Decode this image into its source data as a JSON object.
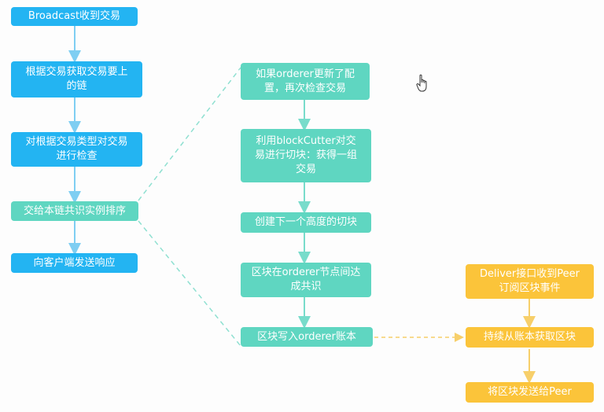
{
  "colors": {
    "left": "#23b4f2",
    "middle": "#5fd6c1",
    "right": "#fbc43a",
    "arrow_left": "#7fcef2",
    "arrow_middle": "#78dccb",
    "arrow_right": "#f7cf6a"
  },
  "left": {
    "step1": "Broadcast收到交易",
    "step2": "根据交易获取交易要上\n的链",
    "step3": "对根据交易类型对交易\n进行检查",
    "step4": "交给本链共识实例排序",
    "step5": "向客户端发送响应"
  },
  "middle": {
    "step1": "如果orderer更新了配\n置，再次检查交易",
    "step2": "利用blockCutter对交\n易进行切块：获得一组\n交易",
    "step3": "创建下一个高度的切块",
    "step4": "区块在orderer节点间达\n成共识",
    "step5": "区块写入orderer账本"
  },
  "right": {
    "step1": "Deliver接口收到Peer\n订阅区块事件",
    "step2": "持续从账本获取区块",
    "step3": "将区块发送给Peer"
  }
}
